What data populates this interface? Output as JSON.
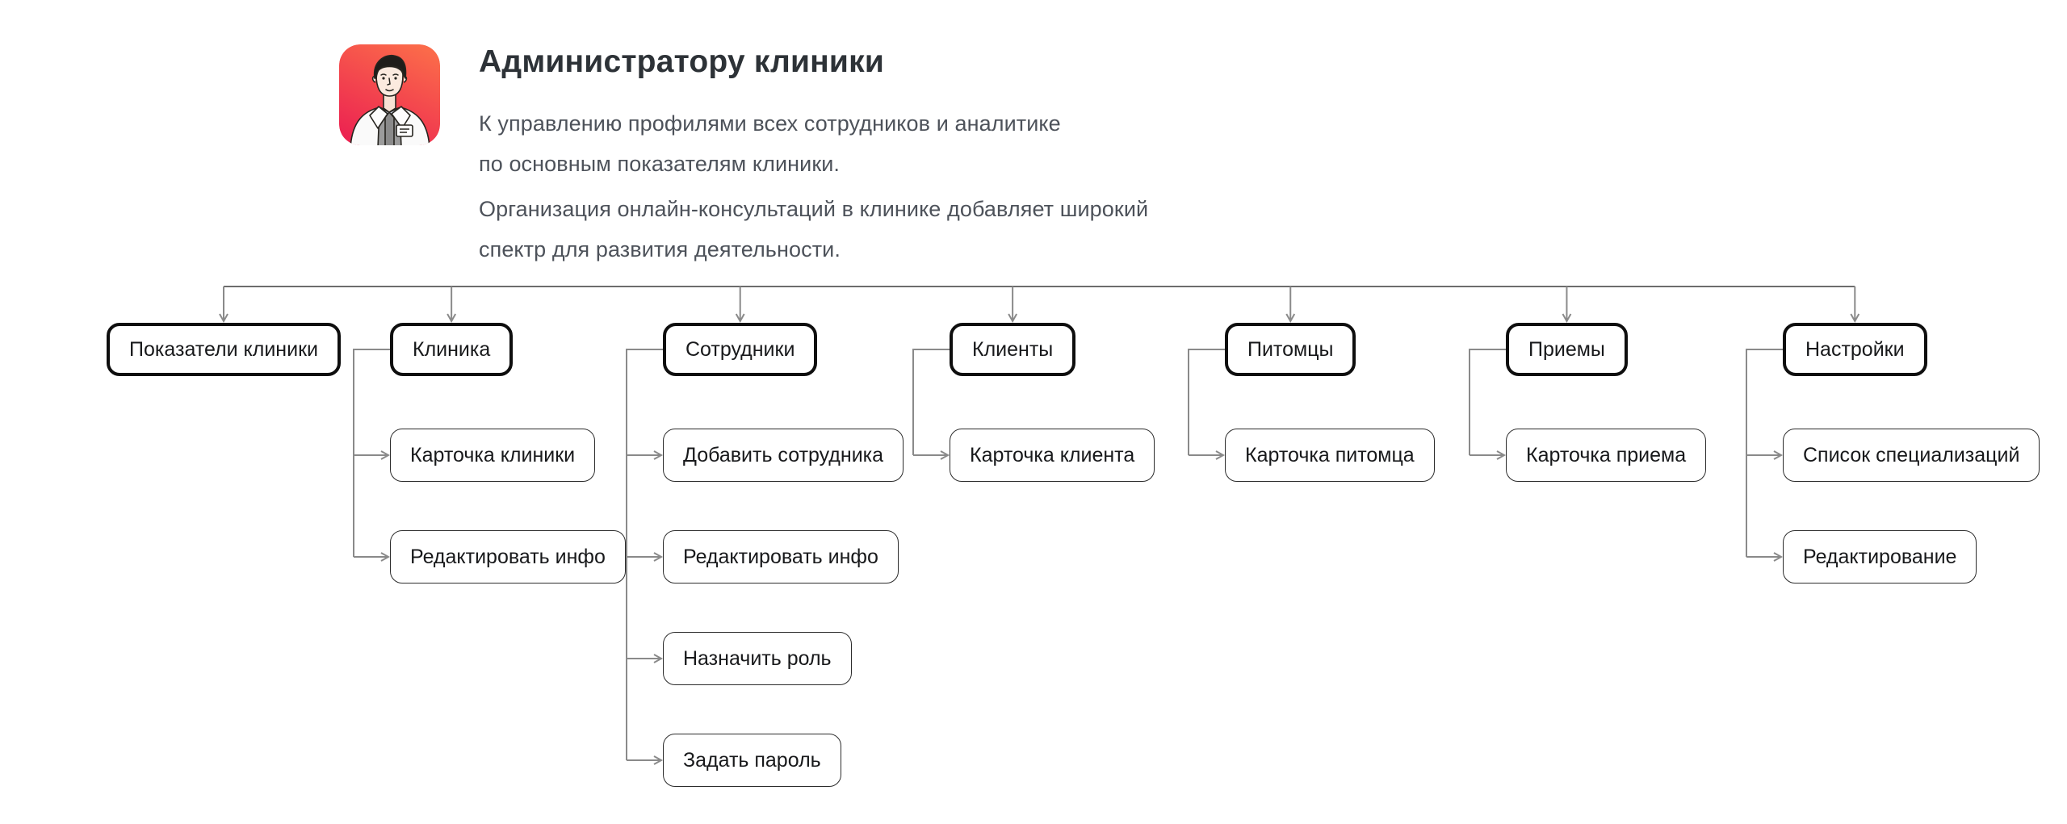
{
  "header": {
    "title": "Администратору клиники",
    "description_1": "К управлению профилями всех сотрудников и аналитике\nпо основным показателям клиники.",
    "description_2": "Организация онлайн-консультаций в клинике добавляет широкий\nспектр для развития деятельности.",
    "avatar_icon": "doctor-avatar-icon",
    "avatar_gradient_start": "#fb6a4a",
    "avatar_gradient_end": "#ec2451"
  },
  "diagram": {
    "spine_color": "#3c3c3c",
    "line_color": "#8a8a8a",
    "arrow_color": "#6f6f6f",
    "columns": [
      {
        "parent": "Показатели клиники",
        "children": []
      },
      {
        "parent": "Клиника",
        "children": [
          "Карточка клиники",
          "Редактировать инфо"
        ]
      },
      {
        "parent": "Сотрудники",
        "children": [
          "Добавить сотрудника",
          "Редактировать инфо",
          "Назначить роль",
          "Задать пароль"
        ]
      },
      {
        "parent": "Клиенты",
        "children": [
          "Карточка клиента"
        ]
      },
      {
        "parent": "Питомцы",
        "children": [
          "Карточка питомца"
        ]
      },
      {
        "parent": "Приемы",
        "children": [
          "Карточка приема"
        ]
      },
      {
        "parent": "Настройки",
        "children": [
          "Список специализаций",
          "Редактирование"
        ]
      }
    ]
  }
}
